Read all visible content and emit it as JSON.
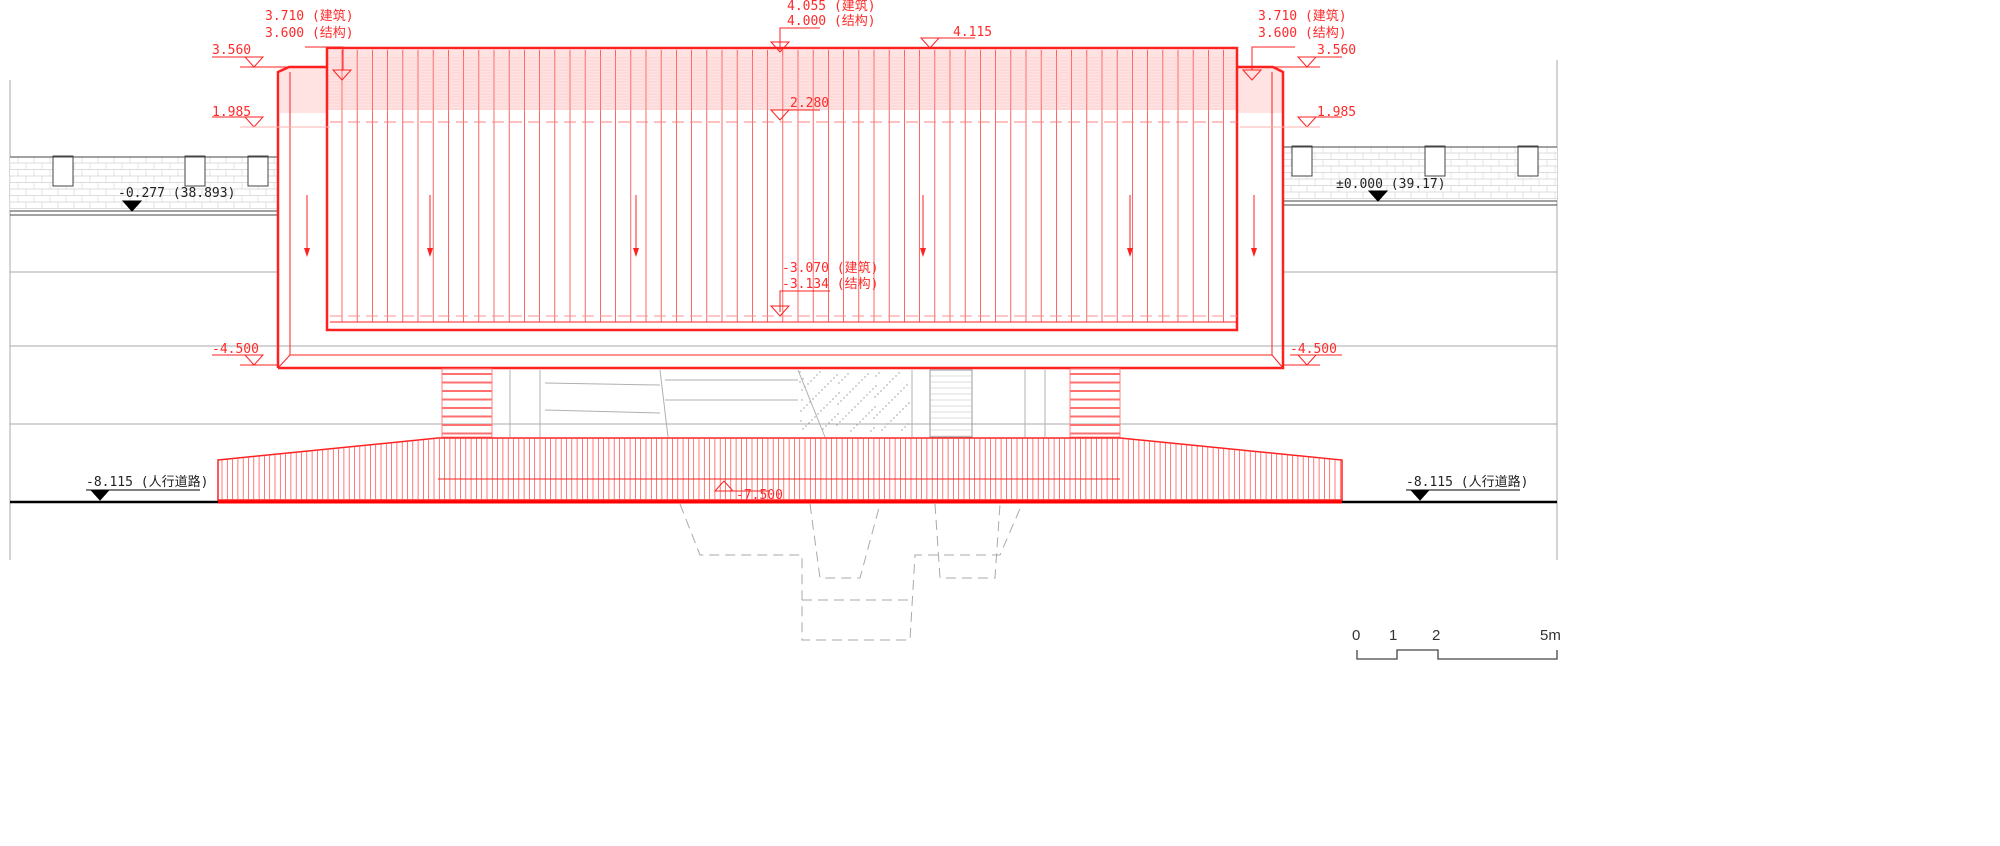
{
  "colors": {
    "design": "#ff2020",
    "context": "#999999",
    "ground": "#000000"
  },
  "elevations": {
    "left_top_arch": "3.710 (建筑)",
    "left_top_struct": "3.600 (结构)",
    "center_top_arch": "4.055 (建筑)",
    "center_top_struct": "4.000 (结构)",
    "roof_top": "4.115",
    "right_top_arch": "3.710 (建筑)",
    "right_top_struct": "3.600 (结构)",
    "left_3560": "3.560",
    "right_3560": "3.560",
    "left_1985": "1.985",
    "right_1985": "1.985",
    "center_2280": "2.280",
    "left_wall": "-0.277 (38.893)",
    "right_wall": "±0.000 (39.17)",
    "bottom_arch": "-3.070 (建筑)",
    "bottom_struct": "-3.134 (结构)",
    "left_4500": "-4.500",
    "right_4500": "-4.500",
    "left_road": "-8.115 (人行道路)",
    "right_road": "-8.115 (人行道路)",
    "platform": "-7.500"
  },
  "scale_bar": {
    "labels": [
      "0",
      "1",
      "2",
      "5m"
    ]
  }
}
